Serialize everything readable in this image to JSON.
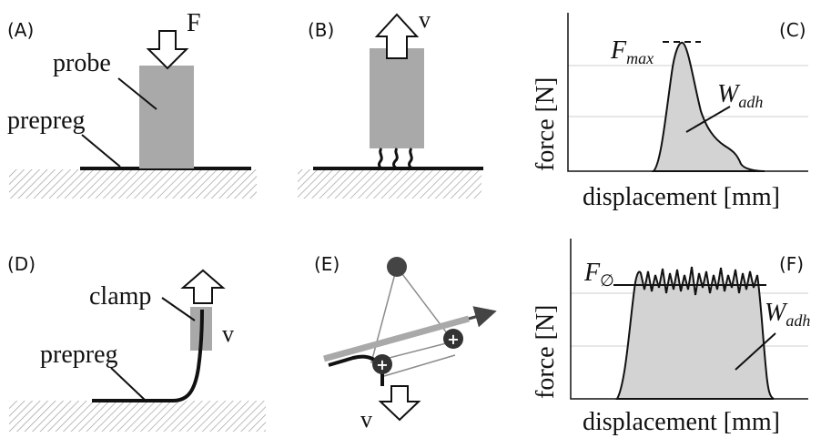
{
  "panels": {
    "a": {
      "label": "(A)",
      "force": "F",
      "probe": "probe",
      "prepreg": "prepreg"
    },
    "b": {
      "label": "(B)",
      "velocity": "v"
    },
    "c": {
      "label": "(C)",
      "fmax_main": "F",
      "fmax_sub": "max",
      "wadh_main": "W",
      "wadh_sub": "adh",
      "xlabel": "displacement [mm]",
      "ylabel": "force [N]"
    },
    "d": {
      "label": "(D)",
      "clamp": "clamp",
      "prepreg": "prepreg",
      "velocity": "v"
    },
    "e": {
      "label": "(E)",
      "velocity": "v",
      "roller_sign_1": "+",
      "roller_sign_2": "+"
    },
    "f": {
      "label": "(F)",
      "favg_main": "F",
      "favg_sub": "∅",
      "wadh_main": "W",
      "wadh_sub": "adh",
      "xlabel": "displacement [mm]",
      "ylabel": "force [N]"
    }
  },
  "colors": {
    "probe_gray": "#a9a9a9",
    "fill_gray": "#d3d3d3",
    "line": "#111111",
    "hatch": "#9a9a9a"
  }
}
